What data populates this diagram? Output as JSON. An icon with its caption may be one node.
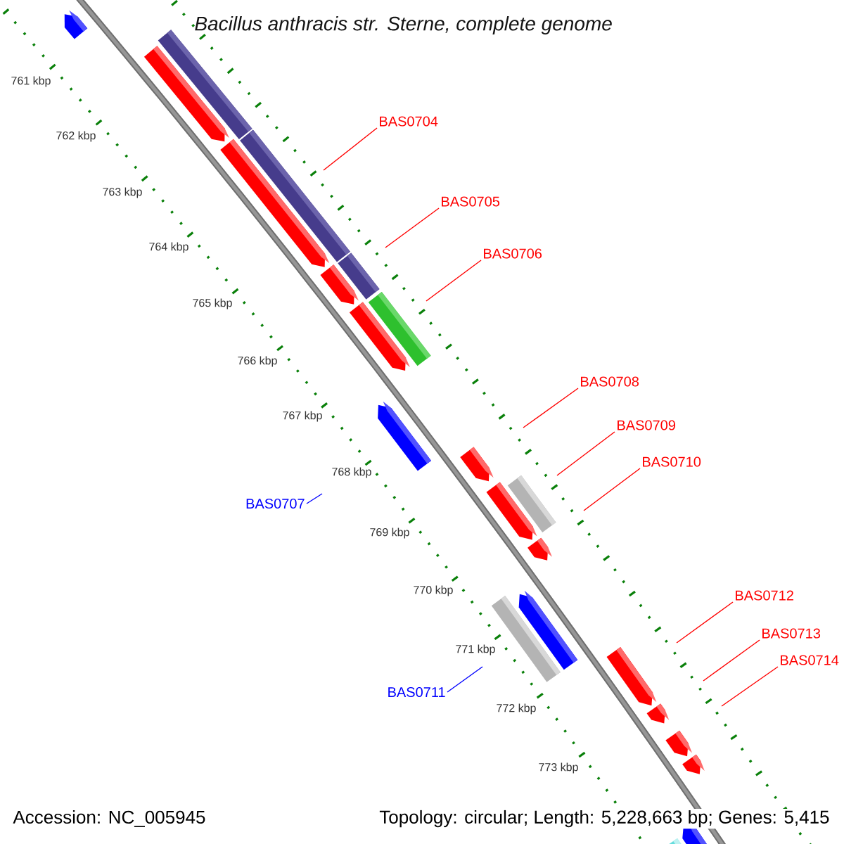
{
  "diagram": {
    "title": "Bacillus anthracis str. Sterne, complete genome",
    "nodes": [
      {
        "text": [
          "BAS0704"
        ]
      },
      {
        "text": [
          "BAS0705"
        ]
      },
      {
        "text": [
          "BAS0706"
        ]
      },
      {
        "text": [
          "BAS0708"
        ]
      },
      {
        "text": [
          "BAS0709"
        ]
      },
      {
        "text": [
          "BAS0710"
        ]
      },
      {
        "text": [
          "BAS0707"
        ]
      },
      {
        "text": [
          "BAS0712"
        ]
      },
      {
        "text": [
          "BAS0713"
        ]
      },
      {
        "text": [
          "BAS0714"
        ]
      },
      {
        "text": [
          "BAS0711"
        ]
      }
    ],
    "edges": [
      {
        "from": 0,
        "to": null,
        "arrow": "none"
      },
      {
        "from": 1,
        "to": null,
        "arrow": "none"
      },
      {
        "from": 2,
        "to": null,
        "arrow": "none"
      },
      {
        "from": 3,
        "to": null,
        "arrow": "none"
      },
      {
        "from": 4,
        "to": null,
        "arrow": "none"
      },
      {
        "from": 5,
        "to": null,
        "arrow": "none"
      },
      {
        "from": 6,
        "to": null,
        "arrow": "none",
        "color": "#0000ff"
      },
      {
        "from": 7,
        "to": null,
        "arrow": "none"
      },
      {
        "from": 8,
        "to": null,
        "arrow": "none"
      },
      {
        "from": 9,
        "to": null,
        "arrow": "none"
      },
      {
        "from": 10,
        "to": null,
        "arrow": "none",
        "color": "#0000ff"
      }
    ],
    "labels": [
      "761 kbp",
      "762 kbp",
      "763 kbp",
      "764 kbp",
      "765 kbp",
      "766 kbp",
      "767 kbp",
      "768 kbp",
      "769 kbp",
      "770 kbp",
      "771 kbp",
      "772 kbp",
      "773 kbp",
      "Accession: NC_005945",
      "Topology: circular; Length: 5,228,663 bp; Genes: 5,415"
    ]
  }
}
